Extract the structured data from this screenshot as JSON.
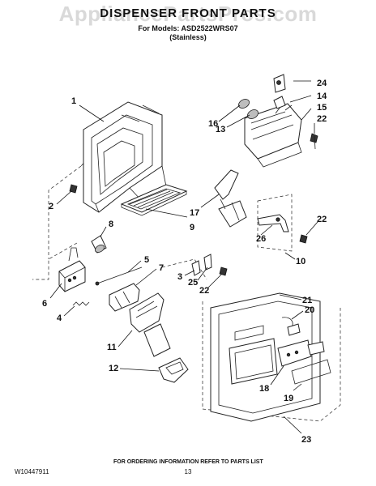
{
  "watermark": "AppliancePartsPros.com",
  "header": {
    "title": "DISPENSER FRONT PARTS",
    "model_line": "For Models: ASD2522WRS07",
    "variant_line": "(Stainless)"
  },
  "callouts": {
    "c1": "1",
    "c2": "2",
    "c3": "3",
    "c4": "4",
    "c5": "5",
    "c6": "6",
    "c7": "7",
    "c8": "8",
    "c9": "9",
    "c10": "10",
    "c11": "11",
    "c12": "12",
    "c13": "13",
    "c14": "14",
    "c15": "15",
    "c16": "16",
    "c17": "17",
    "c18": "18",
    "c19": "19",
    "c20": "20",
    "c21": "21",
    "c22a": "22",
    "c22b": "22",
    "c22c": "22",
    "c23": "23",
    "c24": "24",
    "c25": "25",
    "c26": "26"
  },
  "footer": {
    "doc_number": "W10447911",
    "page_number": "13",
    "ordering_note": "FOR ORDERING INFORMATION REFER TO PARTS LIST"
  }
}
